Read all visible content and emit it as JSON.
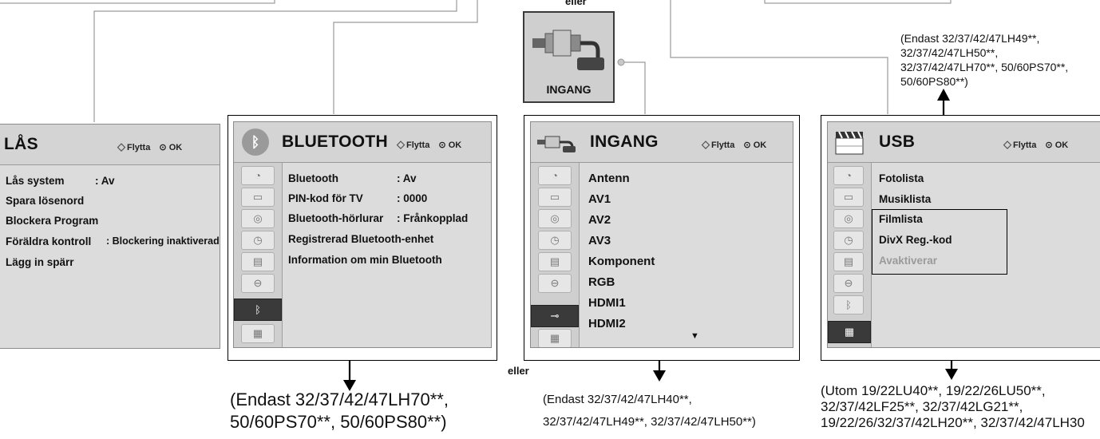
{
  "labels": {
    "eller_top": "eller",
    "eller_mid": "eller"
  },
  "input_tile": {
    "label": "INGANG",
    "icon": "rca-plug-icon"
  },
  "hint": {
    "move": "Flytta",
    "ok": "OK"
  },
  "las_menu": {
    "title": "LÅS",
    "items": [
      {
        "label": "Lås system",
        "value": ": Av"
      },
      {
        "label": "Spara lösenord",
        "value": ""
      },
      {
        "label": "Blockera Program",
        "value": ""
      },
      {
        "label": "Föräldra kontroll",
        "value": ": Blockering inaktiverad"
      },
      {
        "label": "Lägg in spärr",
        "value": ""
      }
    ]
  },
  "bluetooth_menu": {
    "title": "BLUETOOTH",
    "items": [
      {
        "label": "Bluetooth",
        "value": ": Av"
      },
      {
        "label": "PIN-kod för TV",
        "value": ": 0000"
      },
      {
        "label": "Bluetooth-hörlurar",
        "value": ": Frånkopplad"
      },
      {
        "label": "Registrerad Bluetooth-enhet",
        "value": ""
      },
      {
        "label": "Information om min Bluetooth",
        "value": ""
      }
    ],
    "note": [
      "(Endast 32/37/42/47LH70**,",
      "50/60PS70**, 50/60PS80**)"
    ]
  },
  "ingang_menu": {
    "title": "INGANG",
    "items": [
      "Antenn",
      "AV1",
      "AV2",
      "AV3",
      "Komponent",
      "RGB",
      "HDMI1",
      "HDMI2"
    ],
    "more_indicator": "▼",
    "note": [
      "(Endast 32/37/42/47LH40**,",
      "32/37/42/47LH49**, 32/37/42/47LH50**)"
    ]
  },
  "usb_menu": {
    "title": "USB",
    "items": [
      {
        "label": "Fotolista",
        "enabled": true
      },
      {
        "label": "Musiklista",
        "enabled": true
      },
      {
        "label": "Filmlista",
        "enabled": true
      },
      {
        "label": "DivX Reg.-kod",
        "enabled": true
      },
      {
        "label": "Avaktiverar",
        "enabled": false
      }
    ],
    "note_top": [
      "(Endast 32/37/42/47LH49**,",
      "32/37/42/47LH50**,",
      "32/37/42/47LH70**, 50/60PS70**,",
      "50/60PS80**)"
    ],
    "note_bottom": [
      "(Utom 19/22LU40**, 19/22/26LU50**,",
      "32/37/42LF25**, 32/37/42LG21**,",
      "19/22/26/32/37/42LH20**, 32/37/42/47LH30"
    ]
  }
}
